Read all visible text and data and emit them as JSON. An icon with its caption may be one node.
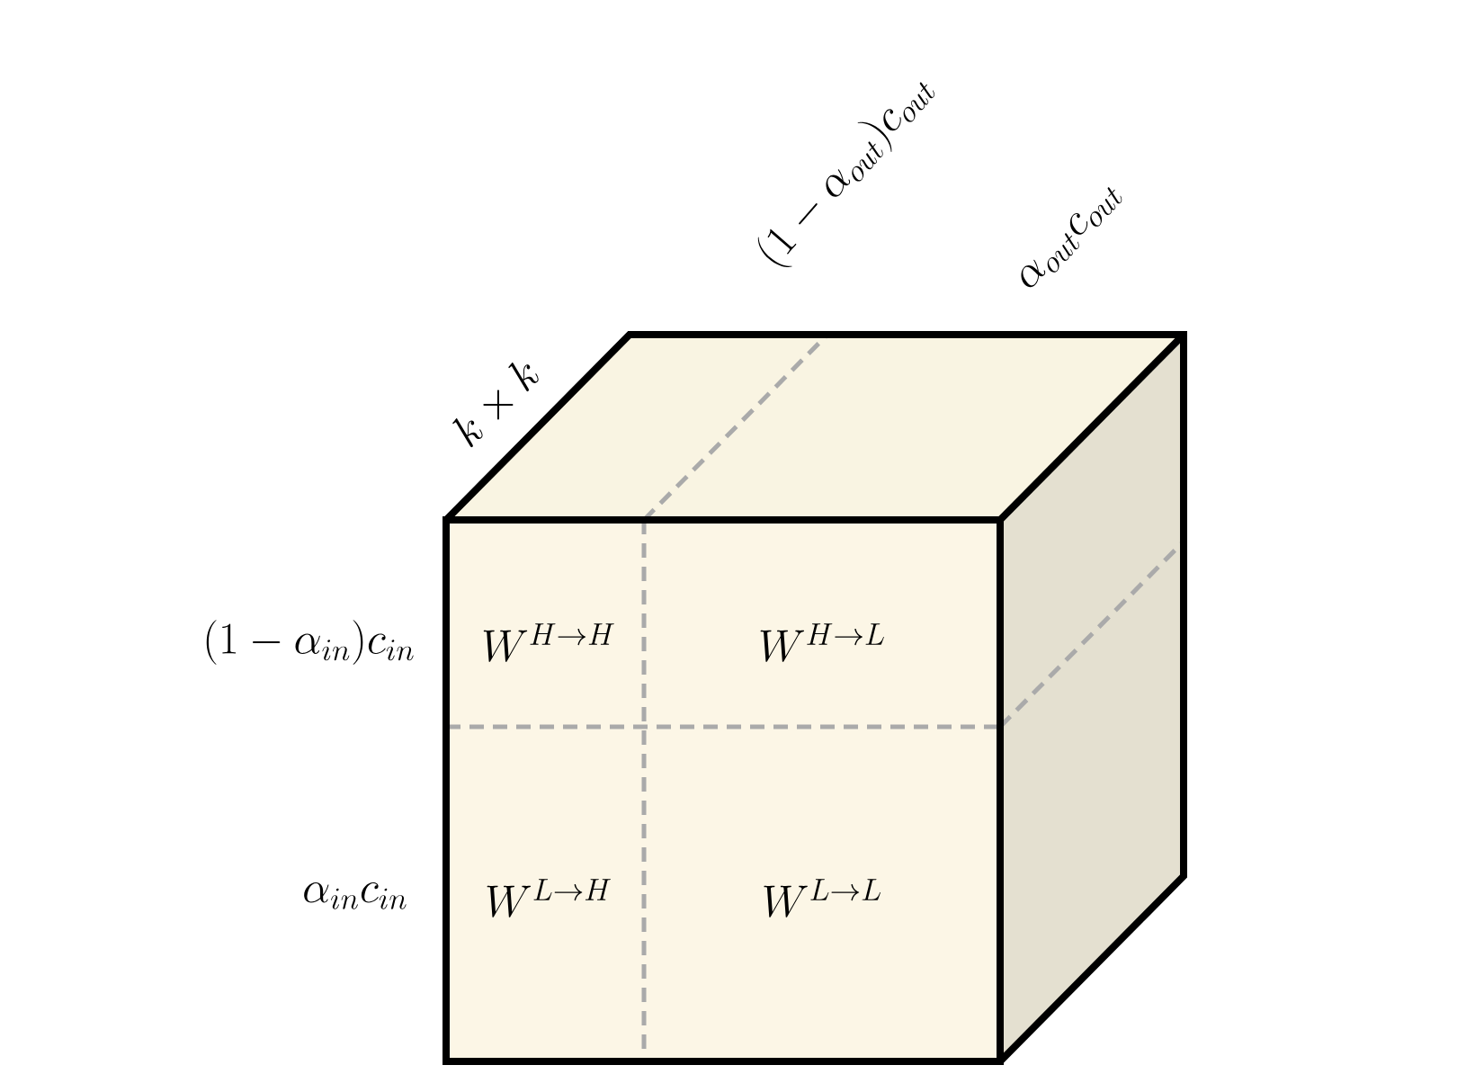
{
  "diagram": {
    "labels": [
      "(1-\\alpha_{out})c_{out}",
      "\\alpha_{out}c_{out}",
      "k\\times k",
      "(1-\\alpha_{in})c_{in}",
      "W^{H\\to H}",
      "W^{H\\to L}",
      "\\alpha_{in}c_{in}",
      "W^{L\\to H}",
      "W^{L\\to L}"
    ]
  }
}
